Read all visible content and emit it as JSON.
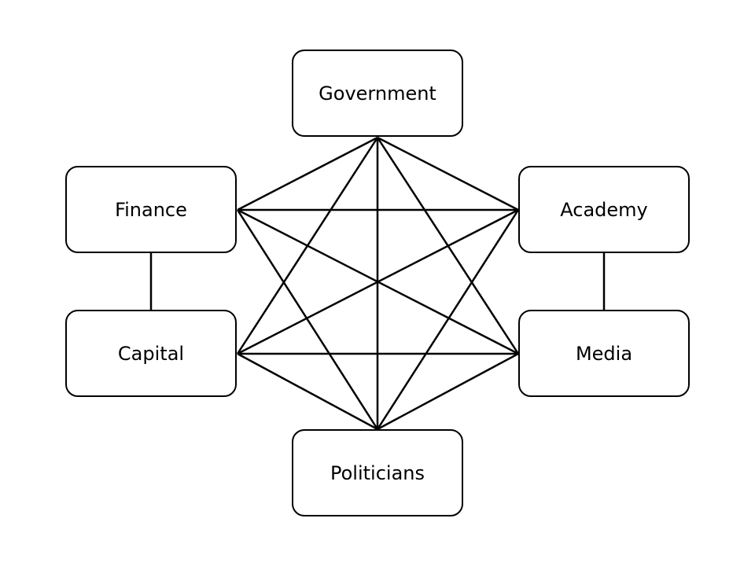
{
  "nodes": {
    "government": "Government",
    "finance": "Finance",
    "academy": "Academy",
    "capital": "Capital",
    "media": "Media",
    "politicians": "Politicians"
  },
  "edges": [
    [
      "government",
      "finance"
    ],
    [
      "government",
      "academy"
    ],
    [
      "government",
      "capital"
    ],
    [
      "government",
      "media"
    ],
    [
      "government",
      "politicians"
    ],
    [
      "finance",
      "academy"
    ],
    [
      "finance",
      "media"
    ],
    [
      "finance",
      "politicians"
    ],
    [
      "finance",
      "capital"
    ],
    [
      "academy",
      "capital"
    ],
    [
      "academy",
      "politicians"
    ],
    [
      "academy",
      "media"
    ],
    [
      "capital",
      "media"
    ],
    [
      "capital",
      "politicians"
    ],
    [
      "media",
      "politicians"
    ]
  ],
  "colors": {
    "stroke": "#000000",
    "background": "#ffffff"
  }
}
